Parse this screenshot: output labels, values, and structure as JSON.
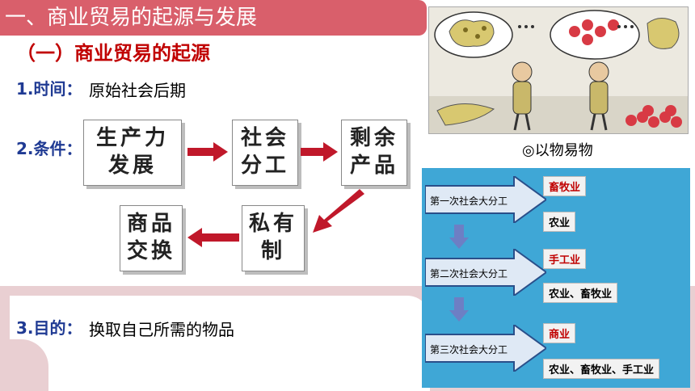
{
  "title": "一、商业贸易的起源与发展",
  "subtitle": "（一）商业贸易的起源",
  "time": {
    "label": "1.时间：",
    "text": "原始社会后期"
  },
  "conditions": {
    "label": "2.条件：",
    "boxes": [
      "生产力\n发展",
      "社会\n分工",
      "剩余\n产品",
      "私有\n制",
      "商品\n交换"
    ]
  },
  "purpose": {
    "label": "3.目的：",
    "text": "换取自己所需的物品"
  },
  "image_caption": "◎以物易物",
  "division": {
    "stages": [
      {
        "label": "第一次社会大分工",
        "new": "畜牧业",
        "old": "农业"
      },
      {
        "label": "第二次社会大分工",
        "new": "手工业",
        "old": "农业、畜牧业"
      },
      {
        "label": "第三次社会大分工",
        "new": "商业",
        "old": "农业、畜牧业、手工业"
      }
    ]
  },
  "colors": {
    "title_bg": "#d95f6b",
    "accent_red": "#c00000",
    "label_blue": "#1f3a93",
    "diagram_bg": "#3fa7d6",
    "band": "#e9cfd2"
  }
}
